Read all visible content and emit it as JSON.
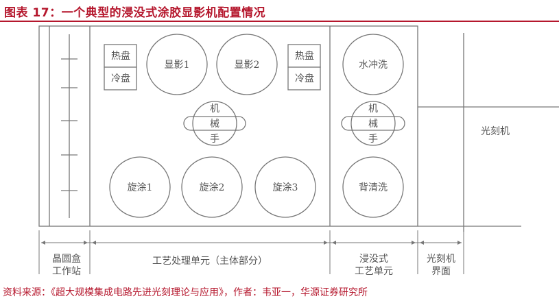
{
  "title": "图表 17：一个典型的浸没式涂胶显影机配置情况",
  "diagram": {
    "hot_plate_1": "热盘",
    "cold_plate_1": "冷盘",
    "hot_plate_2": "热盘",
    "cold_plate_2": "冷盘",
    "develop_1": "显影1",
    "develop_2": "显影2",
    "water_rinse": "水冲洗",
    "robot_1": [
      "机",
      "械",
      "手"
    ],
    "robot_2": [
      "机",
      "械",
      "手"
    ],
    "spin_coat_1": "旋涂1",
    "spin_coat_2": "旋涂2",
    "spin_coat_3": "旋涂3",
    "back_clean": "背清洗",
    "lithography_machine": "光刻机",
    "labels": {
      "wafer_station": [
        "晶圆盒",
        "工作站"
      ],
      "process_unit": "工艺处理单元（主体部分）",
      "immersion_unit": [
        "浸没式",
        "工艺单元"
      ],
      "litho_interface": [
        "光刻机",
        "界面"
      ]
    }
  },
  "source": "资料来源：《超大规模集成电路先进光刻理论与应用》，作者：韦亚一，华源证券研究所"
}
